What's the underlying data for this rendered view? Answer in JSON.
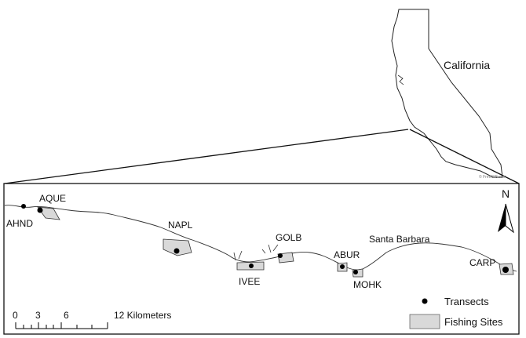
{
  "state": {
    "name": "California",
    "credit": "© FreeGIS.com"
  },
  "sites": [
    {
      "code": "AHND"
    },
    {
      "code": "AQUE"
    },
    {
      "code": "NAPL"
    },
    {
      "code": "GOLB"
    },
    {
      "code": "IVEE"
    },
    {
      "code": "ABUR"
    },
    {
      "code": "MOHK"
    },
    {
      "code": "CARP"
    }
  ],
  "place_label": "Santa Barbara",
  "north_arrow": {
    "label": "N"
  },
  "scale_bar": {
    "ticks": [
      "0",
      "3",
      "6",
      "12 Kilometers"
    ]
  },
  "legend": {
    "transects_label": "Transects",
    "fishing_sites_label": "Fishing Sites"
  },
  "colors": {
    "fishing_fill": "#d9d9d9",
    "outline": "#333333"
  }
}
